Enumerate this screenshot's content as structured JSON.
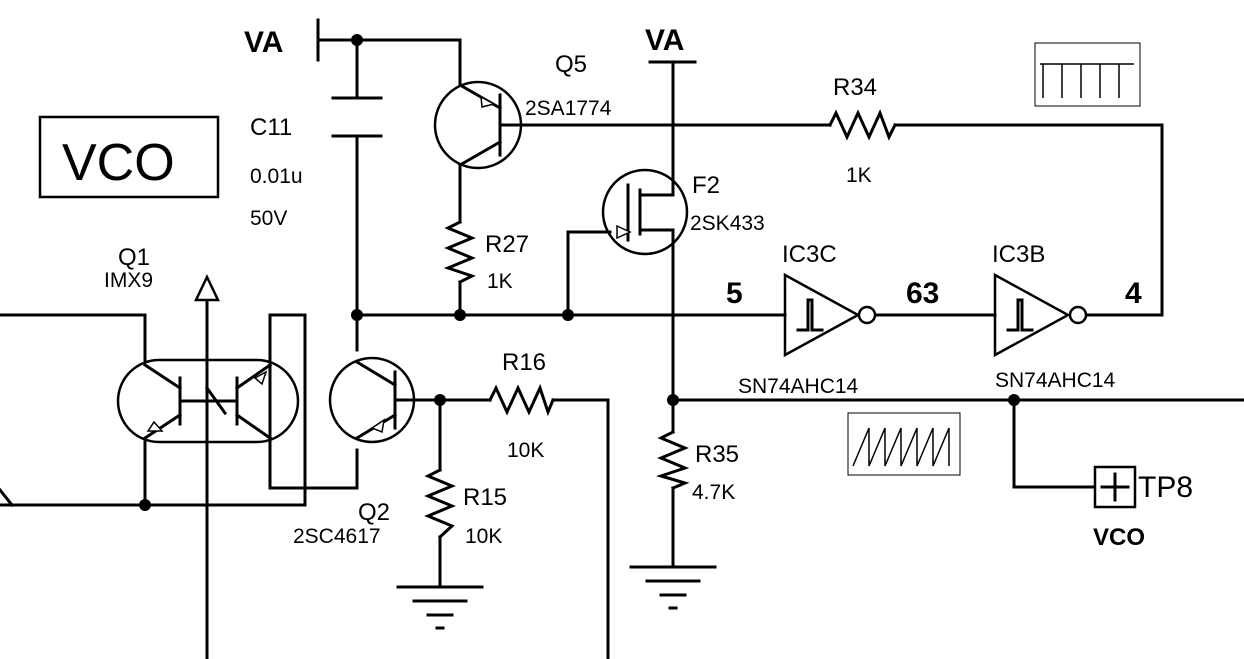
{
  "nets": {
    "va_left": "VA",
    "va_right": "VA",
    "vco_box": "VCO",
    "vco_testpoint": "VCO"
  },
  "components": {
    "c11": {
      "ref": "C11",
      "value": "0.01u",
      "rating": "50V"
    },
    "q5": {
      "ref": "Q5",
      "part": "2SA1774"
    },
    "r34": {
      "ref": "R34",
      "value": "1K"
    },
    "f2": {
      "ref": "F2",
      "part": "2SK433"
    },
    "r27": {
      "ref": "R27",
      "value": "1K"
    },
    "ic3c": {
      "ref": "IC3C",
      "part": "SN74AHC14"
    },
    "ic3b": {
      "ref": "IC3B",
      "part": "SN74AHC14"
    },
    "q1": {
      "ref": "Q1",
      "part": "IMX9"
    },
    "q2": {
      "ref": "Q2",
      "part": "2SC4617"
    },
    "r16": {
      "ref": "R16",
      "value": "10K"
    },
    "r15": {
      "ref": "R15",
      "value": "10K"
    },
    "r35": {
      "ref": "R35",
      "value": "4.7K"
    },
    "tp8": {
      "ref": "TP8"
    }
  },
  "pins": {
    "ic3c_in": "5",
    "ic3c_out_ic3b_in": "63",
    "ic3b_out": "4"
  },
  "waveforms": {
    "square": "square-wave-icon",
    "sawtooth": "sawtooth-wave-icon"
  }
}
